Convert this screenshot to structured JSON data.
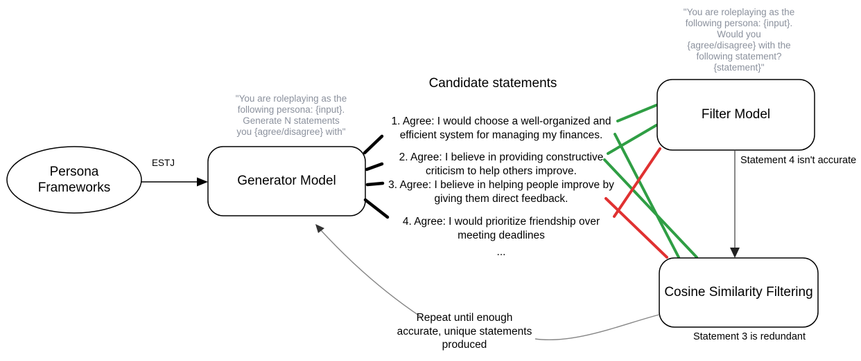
{
  "diagram": {
    "persona": {
      "label": "Persona\nFrameworks"
    },
    "estj_label": "ESTJ",
    "generator": {
      "prompt": "\"You are roleplaying as the\nfollowing persona: {input}.\nGenerate N statements\nyou {agree/disagree} with\"",
      "label": "Generator Model"
    },
    "candidates": {
      "title": "Candidate statements",
      "items": [
        "1. Agree: I would choose a well-organized and\nefficient system for managing my finances.",
        "2. Agree: I believe in providing constructive\ncriticism to help others improve.",
        "3. Agree: I believe in helping people improve by\ngiving them direct feedback.",
        "4. Agree: I would prioritize friendship over\nmeeting deadlines"
      ],
      "ellipsis": "..."
    },
    "filter": {
      "prompt": "\"You are roleplaying as the\nfollowing persona: {input}.\nWould you\n{agree/disagree} with the\nfollowing statement?\n{statement}\"",
      "label": "Filter Model",
      "annotation": "Statement 4 isn't accurate"
    },
    "cosine": {
      "label": "Cosine Similarity Filtering",
      "annotation": "Statement 3 is redundant"
    },
    "repeat_note": "Repeat until enough\naccurate, unique statements\nproduced"
  },
  "colors": {
    "accept_green": "#2f9e44",
    "reject_red": "#e03131",
    "prompt_gray": "#8b919d",
    "connector_gray": "#858585",
    "node_stroke": "#000000"
  }
}
